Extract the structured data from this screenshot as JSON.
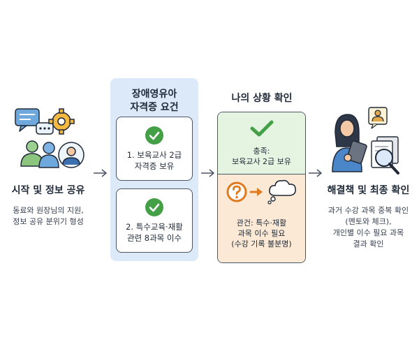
{
  "step1": {
    "title": "시작 및 정보 공유",
    "desc_line1": "동료와 원장님의 지원,",
    "desc_line2": "정보 공유 분위기 형성"
  },
  "step2": {
    "title_line1": "장애영유아",
    "title_line2": "자격증 요건",
    "req1_line1": "1. 보육교사 2급",
    "req1_line2": "자격증 보유",
    "req2_line1": "2. 특수교육·재활",
    "req2_line2": "관련 8과목 이수"
  },
  "step3": {
    "title": "나의 상황 확인",
    "met_line1": "충족:",
    "met_line2": "보육교사 2급 보유",
    "issue_line1": "관건: 특수·재활",
    "issue_line2": "과목 이수 필요",
    "issue_line3": "(수강 기록 불분명)"
  },
  "step4": {
    "title": "해결책 및 최종 확인",
    "desc_line1": "과거 수강 과목 중복 확인",
    "desc_line2": "(멘토와 체크),",
    "desc_line3": "개인별 이수 필요 과목",
    "desc_line4": "결과 확인"
  },
  "icons": {
    "step1": "people-chat-gear-icon",
    "check": "check-circle-icon",
    "check_mark": "check-mark-icon",
    "question": "question-circle-icon",
    "thought": "thought-cloud-icon",
    "step4": "person-tablet-document-search-icon"
  },
  "colors": {
    "check_green": "#43a047",
    "question_orange": "#e07a1f",
    "panel_blue": "#dbe9f8",
    "met_green": "#e5f3e1",
    "issue_orange": "#fbe9d6"
  }
}
